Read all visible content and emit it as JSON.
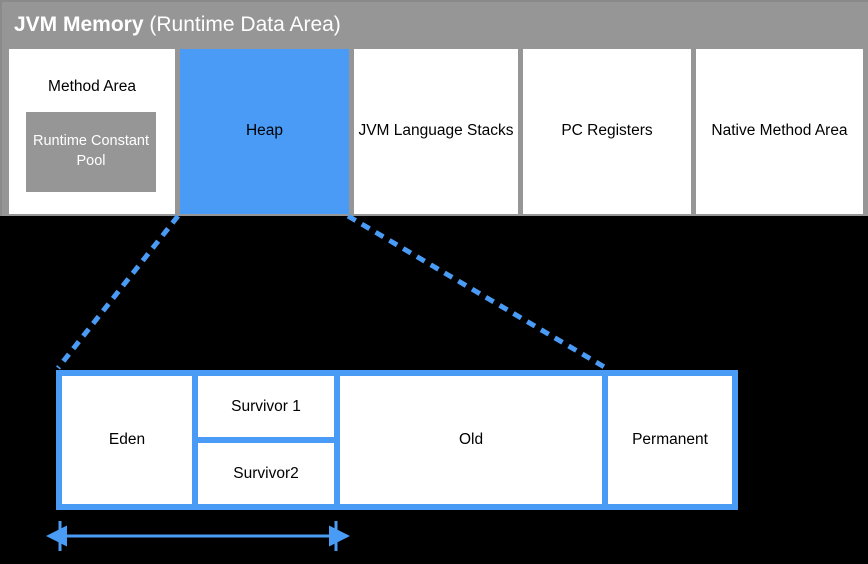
{
  "jvm_memory": {
    "title_strong": "JVM Memory",
    "title_light": " (Runtime Data Area)",
    "panel_color": "#969696",
    "highlight_color": "#4a9bf5",
    "areas": [
      {
        "key": "method_area",
        "label": "Method Area",
        "highlighted": false
      },
      {
        "key": "heap",
        "label": "Heap",
        "highlighted": true
      },
      {
        "key": "jvm_language_stacks",
        "label": "JVM Language Stacks",
        "highlighted": false
      },
      {
        "key": "pc_registers",
        "label": "PC Registers",
        "highlighted": false
      },
      {
        "key": "native_method_area",
        "label": "Native Method Area",
        "highlighted": false
      }
    ],
    "runtime_constant_pool": {
      "label": "Runtime Constant Pool",
      "background": "#969696",
      "text_color": "#ffffff"
    }
  },
  "heap_detail": {
    "border_color": "#4a9bf5",
    "generations": [
      {
        "key": "eden",
        "label": "Eden"
      },
      {
        "key": "survivor1",
        "label": "Survivor 1"
      },
      {
        "key": "survivor2",
        "label": "Survivor2"
      },
      {
        "key": "old",
        "label": "Old"
      },
      {
        "key": "permanent",
        "label": "Permanent"
      }
    ],
    "dimension_arrow": {
      "label": "",
      "color": "#4a9bf5",
      "spans": [
        "eden",
        "survivor1",
        "survivor2"
      ]
    }
  },
  "background_color": "#000000"
}
